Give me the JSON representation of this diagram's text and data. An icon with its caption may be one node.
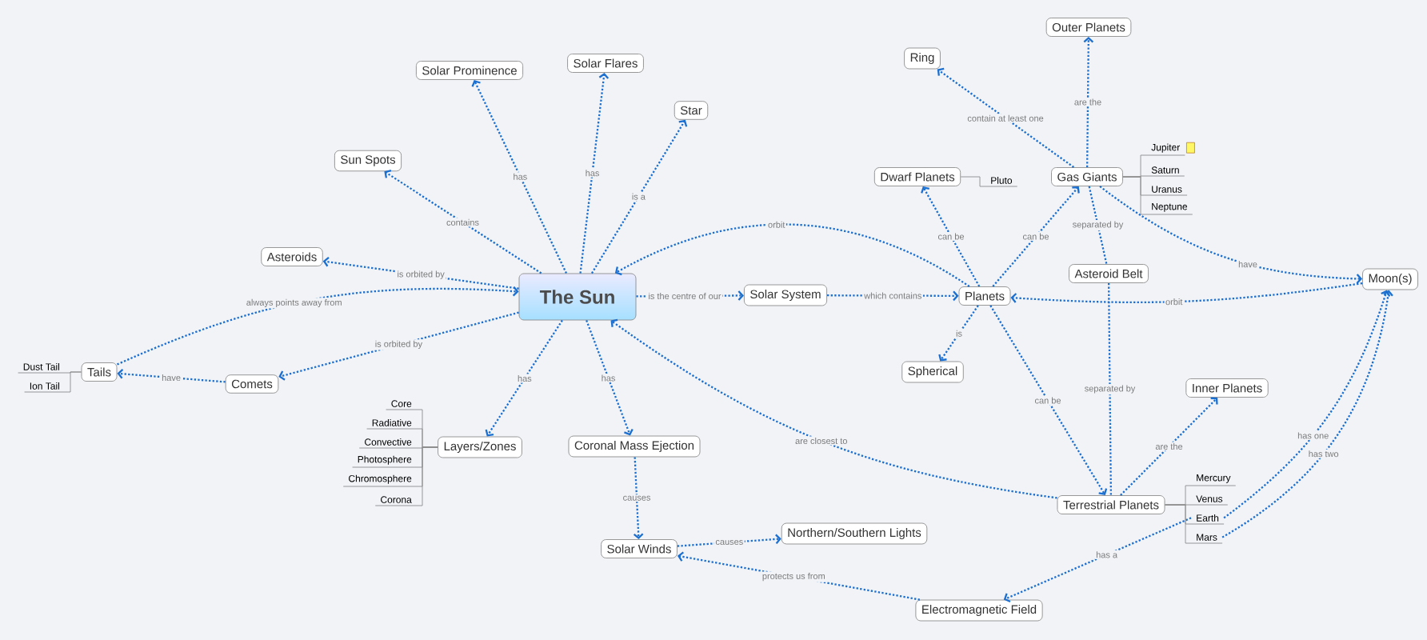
{
  "diagram": {
    "nodes": [
      {
        "text": [
          "The Sun"
        ]
      },
      {
        "text": [
          "Solar Prominence"
        ]
      },
      {
        "text": [
          "Solar Flares"
        ]
      },
      {
        "text": [
          "Star"
        ]
      },
      {
        "text": [
          "Sun Spots"
        ]
      },
      {
        "text": [
          "Asteroids"
        ]
      },
      {
        "text": [
          "Tails"
        ]
      },
      {
        "text": [
          "Comets"
        ]
      },
      {
        "text": [
          "Layers/Zones"
        ]
      },
      {
        "text": [
          "Coronal Mass Ejection"
        ]
      },
      {
        "text": [
          "Solar Winds"
        ]
      },
      {
        "text": [
          "Northern/Southern Lights"
        ]
      },
      {
        "text": [
          "Solar System"
        ]
      },
      {
        "text": [
          "Planets"
        ]
      },
      {
        "text": [
          "Dwarf Planets"
        ]
      },
      {
        "text": [
          "Gas Giants"
        ]
      },
      {
        "text": [
          "Ring"
        ]
      },
      {
        "text": [
          "Outer Planets"
        ]
      },
      {
        "text": [
          "Asteroid Belt"
        ]
      },
      {
        "text": [
          "Spherical"
        ]
      },
      {
        "text": [
          "Inner Planets"
        ]
      },
      {
        "text": [
          "Terrestrial Planets"
        ]
      },
      {
        "text": [
          "Moon(s)"
        ]
      },
      {
        "text": [
          "Electromagnetic Field"
        ]
      },
      {
        "text": [
          "Dust Tail"
        ]
      },
      {
        "text": [
          "Ion Tail"
        ]
      },
      {
        "text": [
          "Core"
        ]
      },
      {
        "text": [
          "Radiative"
        ]
      },
      {
        "text": [
          "Convective"
        ]
      },
      {
        "text": [
          "Photosphere"
        ]
      },
      {
        "text": [
          "Chromosphere"
        ]
      },
      {
        "text": [
          "Corona"
        ]
      },
      {
        "text": [
          "Pluto"
        ]
      },
      {
        "text": [
          "Jupiter"
        ]
      },
      {
        "text": [
          "Saturn"
        ]
      },
      {
        "text": [
          "Uranus"
        ]
      },
      {
        "text": [
          "Neptune"
        ]
      },
      {
        "text": [
          "Mercury"
        ]
      },
      {
        "text": [
          "Venus"
        ]
      },
      {
        "text": [
          "Earth"
        ]
      },
      {
        "text": [
          "Mars"
        ]
      }
    ],
    "edges": [
      {
        "from": 0,
        "to": 1,
        "label": "has",
        "arrow": "to",
        "style": "dashed"
      },
      {
        "from": 0,
        "to": 2,
        "label": "has",
        "arrow": "to",
        "style": "dashed"
      },
      {
        "from": 0,
        "to": 3,
        "label": "is a",
        "arrow": "to",
        "style": "dashed"
      },
      {
        "from": 0,
        "to": 4,
        "label": "contains",
        "arrow": "to",
        "style": "dashed"
      },
      {
        "from": 0,
        "to": 5,
        "label": "is orbited by",
        "arrow": "to",
        "style": "dashed"
      },
      {
        "from": 6,
        "to": 0,
        "label": "always points away from",
        "arrow": "to",
        "style": "dashed"
      },
      {
        "from": 0,
        "to": 7,
        "label": "is orbited by",
        "arrow": "to",
        "style": "dashed"
      },
      {
        "from": 7,
        "to": 6,
        "label": "have",
        "arrow": "to",
        "style": "dashed"
      },
      {
        "from": 0,
        "to": 8,
        "label": "has",
        "arrow": "to",
        "style": "dashed"
      },
      {
        "from": 0,
        "to": 9,
        "label": "has",
        "arrow": "to",
        "style": "dashed"
      },
      {
        "from": 9,
        "to": 10,
        "label": "causes",
        "arrow": "to",
        "style": "dashed"
      },
      {
        "from": 10,
        "to": 11,
        "label": "causes",
        "arrow": "to",
        "style": "dashed"
      },
      {
        "from": 23,
        "to": 10,
        "label": "protects us from",
        "arrow": "to",
        "style": "dashed"
      },
      {
        "from": 0,
        "to": 12,
        "label": "is the centre of our",
        "arrow": "to",
        "style": "dashed"
      },
      {
        "from": 12,
        "to": 13,
        "label": "which contains",
        "arrow": "to",
        "style": "dashed"
      },
      {
        "from": 13,
        "to": 0,
        "label": "orbit",
        "arrow": "to",
        "style": "dashed"
      },
      {
        "from": 13,
        "to": 14,
        "label": "can be",
        "arrow": "to",
        "style": "dashed"
      },
      {
        "from": 13,
        "to": 15,
        "label": "can be",
        "arrow": "to",
        "style": "dashed"
      },
      {
        "from": 13,
        "to": 19,
        "label": "is",
        "arrow": "to",
        "style": "dashed"
      },
      {
        "from": 13,
        "to": 21,
        "label": "can be",
        "arrow": "to",
        "style": "dashed"
      },
      {
        "from": 15,
        "to": 16,
        "label": "contain at least one",
        "arrow": "to",
        "style": "dashed"
      },
      {
        "from": 15,
        "to": 17,
        "label": "are the",
        "arrow": "to",
        "style": "dashed"
      },
      {
        "from": 15,
        "to": 18,
        "label": "separated by",
        "arrow": "none",
        "style": "dashed"
      },
      {
        "from": 18,
        "to": 21,
        "label": "separated by",
        "arrow": "none",
        "style": "dashed"
      },
      {
        "from": 15,
        "to": 22,
        "label": "have",
        "arrow": "to",
        "style": "dashed"
      },
      {
        "from": 22,
        "to": 13,
        "label": "orbit",
        "arrow": "to",
        "style": "dashed"
      },
      {
        "from": 21,
        "to": 20,
        "label": "are the",
        "arrow": "to",
        "style": "dashed"
      },
      {
        "from": 21,
        "to": 0,
        "label": "are closest to",
        "arrow": "to",
        "style": "dashed"
      },
      {
        "from": 39,
        "to": 22,
        "label": "has one",
        "arrow": "to",
        "style": "dashed"
      },
      {
        "from": 40,
        "to": 22,
        "label": "has two",
        "arrow": "to",
        "style": "dashed"
      },
      {
        "from": 39,
        "to": 23,
        "label": "has a",
        "arrow": "to",
        "style": "dashed"
      },
      {
        "from": 6,
        "to": 24,
        "arrow": "none",
        "color": "#8c8c8c"
      },
      {
        "from": 6,
        "to": 25,
        "arrow": "none",
        "color": "#8c8c8c"
      },
      {
        "from": 8,
        "to": 26,
        "arrow": "none",
        "color": "#8c8c8c"
      },
      {
        "from": 8,
        "to": 27,
        "arrow": "none",
        "color": "#8c8c8c"
      },
      {
        "from": 8,
        "to": 28,
        "arrow": "none",
        "color": "#8c8c8c"
      },
      {
        "from": 8,
        "to": 29,
        "arrow": "none",
        "color": "#8c8c8c"
      },
      {
        "from": 8,
        "to": 30,
        "arrow": "none",
        "color": "#8c8c8c"
      },
      {
        "from": 8,
        "to": 31,
        "arrow": "none",
        "color": "#8c8c8c"
      },
      {
        "from": 14,
        "to": 32,
        "arrow": "none",
        "color": "#8c8c8c"
      },
      {
        "from": 15,
        "to": 33,
        "arrow": "none",
        "color": "#8c8c8c"
      },
      {
        "from": 15,
        "to": 34,
        "arrow": "none",
        "color": "#8c8c8c"
      },
      {
        "from": 15,
        "to": 35,
        "arrow": "none",
        "color": "#8c8c8c"
      },
      {
        "from": 15,
        "to": 36,
        "arrow": "none",
        "color": "#8c8c8c"
      },
      {
        "from": 21,
        "to": 37,
        "arrow": "none",
        "color": "#8c8c8c"
      },
      {
        "from": 21,
        "to": 38,
        "arrow": "none",
        "color": "#8c8c8c"
      },
      {
        "from": 21,
        "to": 39,
        "arrow": "none",
        "color": "#8c8c8c"
      },
      {
        "from": 21,
        "to": 40,
        "arrow": "none",
        "color": "#8c8c8c"
      }
    ]
  }
}
